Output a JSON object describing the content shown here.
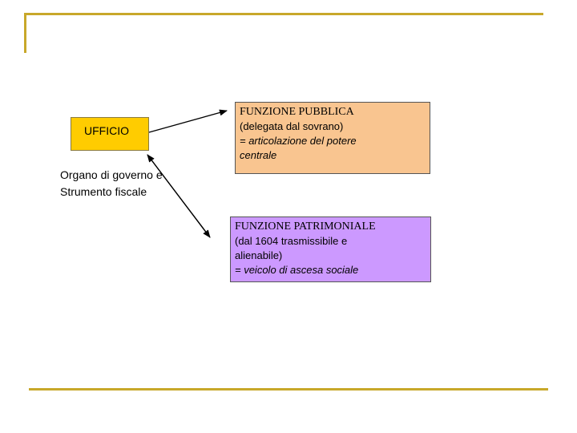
{
  "ufficio": {
    "label": "UFFICIO",
    "color": "#ffcc00"
  },
  "organo": {
    "text": "Organo di governo e\nStrumento fiscale"
  },
  "funzione_pubblica": {
    "title": "FUNZIONE PUBBLICA",
    "line1": "(delegata dal sovrano)",
    "line2": "= articolazione del potere",
    "line3": "centrale",
    "color": "#f9c590"
  },
  "funzione_patrimoniale": {
    "title": "FUNZIONE PATRIMONIALE",
    "line1": "(dal 1604 trasmissibile e",
    "line2": "alienabile)",
    "line3": "= veicolo di ascesa sociale",
    "color": "#cc99ff"
  },
  "frame_color": "#c8a82a"
}
